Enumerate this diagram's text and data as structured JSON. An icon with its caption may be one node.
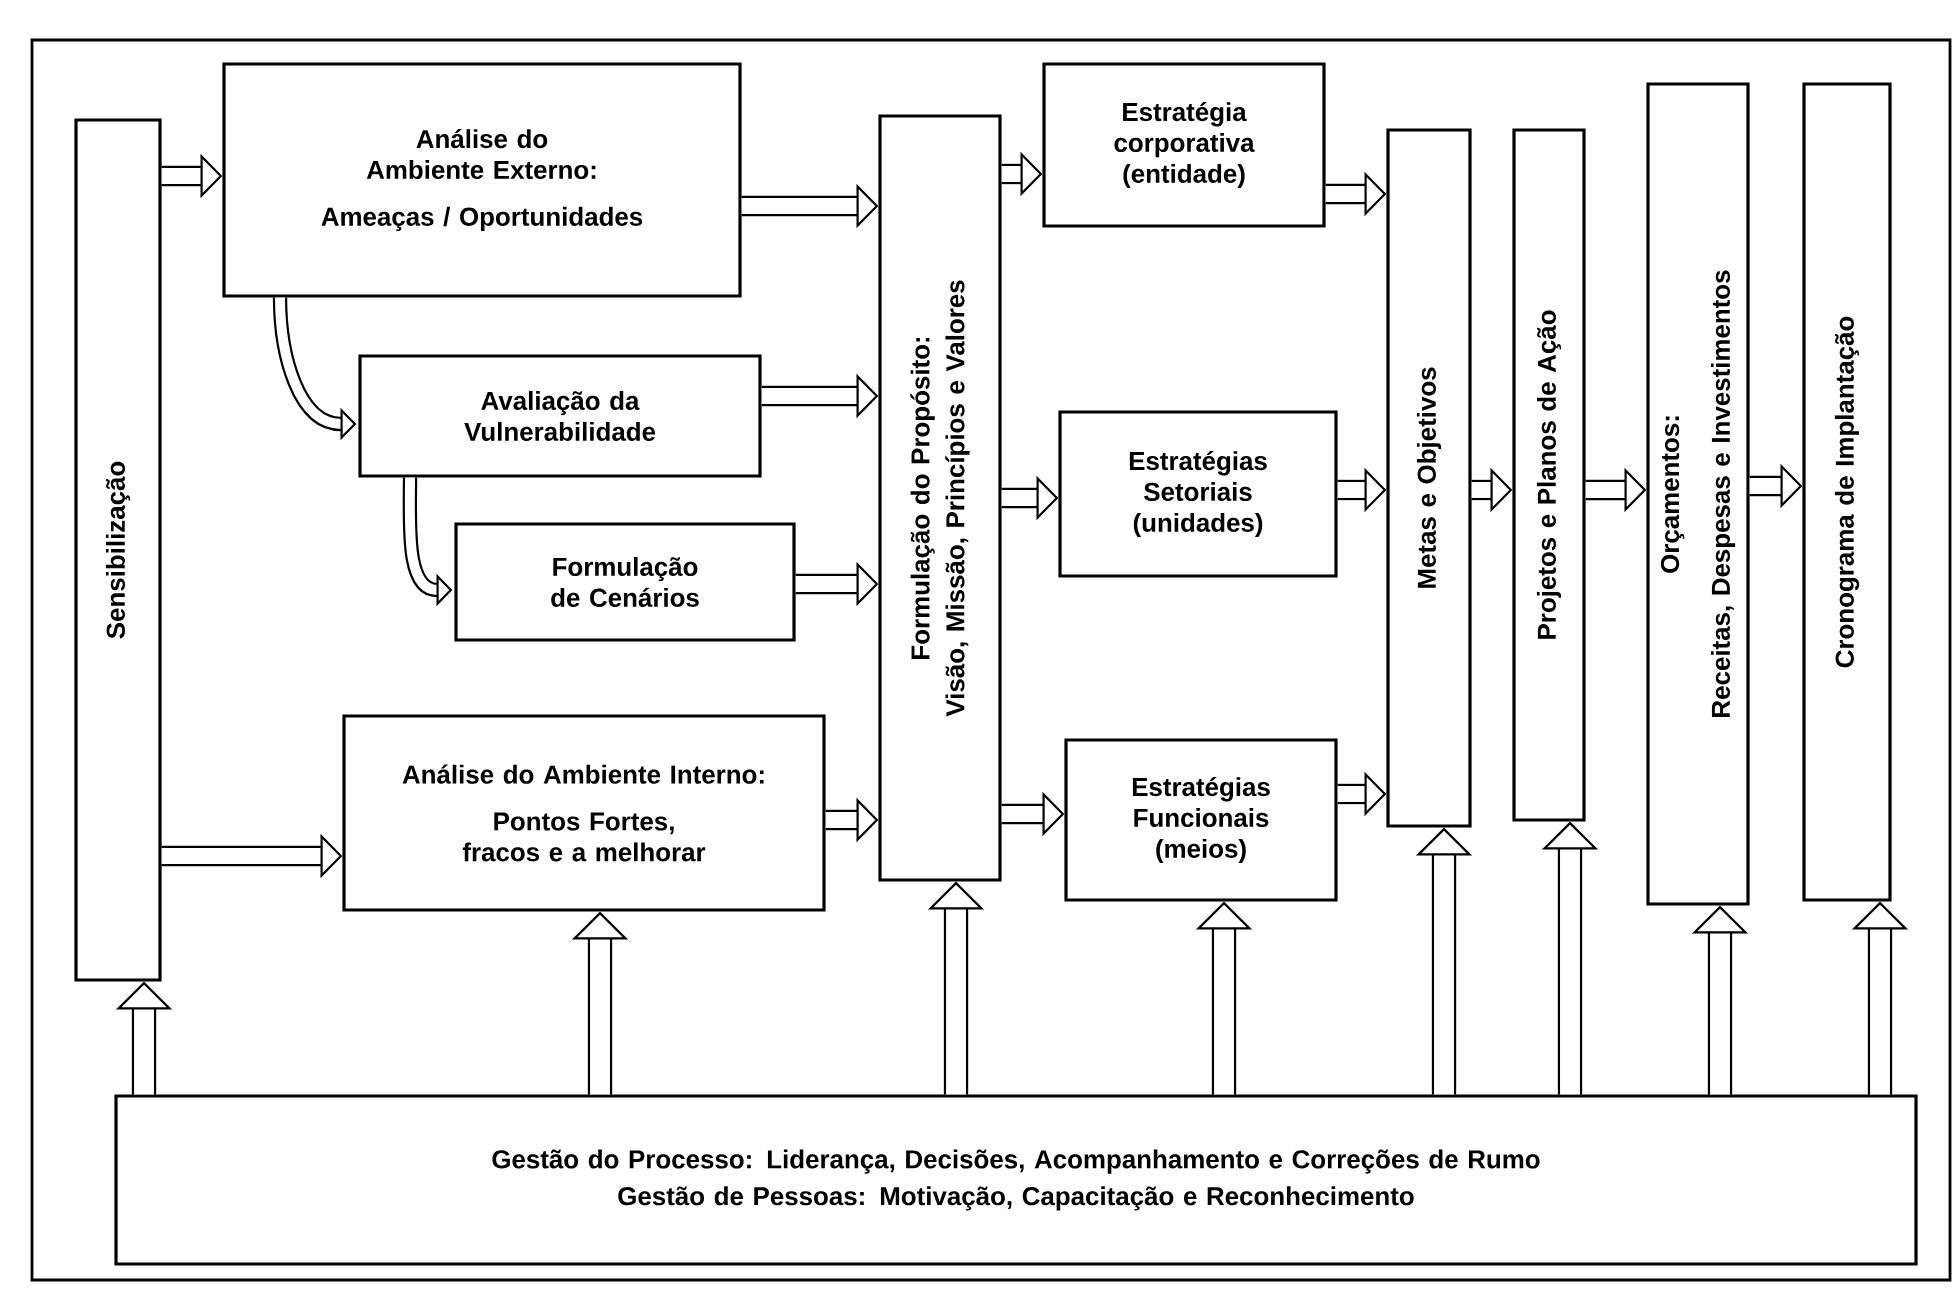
{
  "diagram": {
    "nodes": [
      {
        "text": [
          "Sensibilização"
        ]
      },
      {
        "text": [
          "Análise do Ambiente Externo:",
          "Ameaças / Oportunidades"
        ]
      },
      {
        "text": [
          "Avaliação da Vulnerabilidade"
        ]
      },
      {
        "text": [
          "Formulação de Cenários"
        ]
      },
      {
        "text": [
          "Análise do Ambiente Interno:",
          "Pontos Fortes, fracos e a melhorar"
        ]
      },
      {
        "text": [
          "Formulação do Propósito:",
          "Visão, Missão, Princípios e Valores"
        ]
      },
      {
        "text": [
          "Estratégia corporativa (entidade)"
        ]
      },
      {
        "text": [
          "Estratégias Setoriais (unidades)"
        ]
      },
      {
        "text": [
          "Estratégias Funcionais (meios)"
        ]
      },
      {
        "text": [
          "Metas e Objetivos"
        ]
      },
      {
        "text": [
          "Projetos e Planos de Ação"
        ]
      },
      {
        "text": [
          "Orçamentos:",
          "Receitas, Despesas e Investimentos"
        ]
      },
      {
        "text": [
          "Cronograma de Implantação"
        ]
      },
      {
        "text": [
          "Gestão do Processo: Liderança, Decisões, Acompanhamento e Correções de Rumo",
          "Gestão de Pessoas: Motivação, Capacitação e Reconhecimento"
        ]
      }
    ],
    "edges": [
      {
        "from": 0,
        "to": 1,
        "arrow": "to"
      },
      {
        "from": 0,
        "to": 4,
        "arrow": "to"
      },
      {
        "from": 1,
        "to": 2,
        "arrow": "to"
      },
      {
        "from": 2,
        "to": 3,
        "arrow": "to"
      },
      {
        "from": 1,
        "to": 5,
        "arrow": "to"
      },
      {
        "from": 2,
        "to": 5,
        "arrow": "to"
      },
      {
        "from": 3,
        "to": 5,
        "arrow": "to"
      },
      {
        "from": 4,
        "to": 5,
        "arrow": "to"
      },
      {
        "from": 5,
        "to": 6,
        "arrow": "to"
      },
      {
        "from": 5,
        "to": 7,
        "arrow": "to"
      },
      {
        "from": 5,
        "to": 8,
        "arrow": "to"
      },
      {
        "from": 6,
        "to": 9,
        "arrow": "to"
      },
      {
        "from": 7,
        "to": 9,
        "arrow": "to"
      },
      {
        "from": 8,
        "to": 9,
        "arrow": "to"
      },
      {
        "from": 9,
        "to": 10,
        "arrow": "to"
      },
      {
        "from": 10,
        "to": 11,
        "arrow": "to"
      },
      {
        "from": 11,
        "to": 12,
        "arrow": "to"
      },
      {
        "from": 13,
        "to": 0,
        "arrow": "to"
      },
      {
        "from": 13,
        "to": 4,
        "arrow": "to"
      },
      {
        "from": 13,
        "to": 5,
        "arrow": "to"
      },
      {
        "from": 13,
        "to": 8,
        "arrow": "to"
      },
      {
        "from": 13,
        "to": 9,
        "arrow": "to"
      },
      {
        "from": 13,
        "to": 10,
        "arrow": "to"
      },
      {
        "from": 13,
        "to": 11,
        "arrow": "to"
      },
      {
        "from": 13,
        "to": 12,
        "arrow": "to"
      }
    ]
  }
}
